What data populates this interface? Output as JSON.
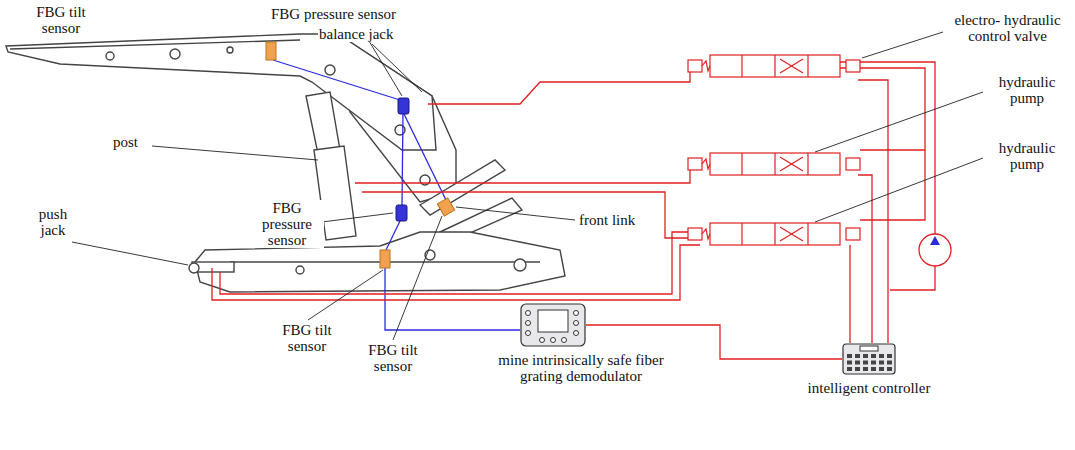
{
  "diagram": {
    "nodes": [
      {
        "text": [
          "mine intrinsically safe fiber grating demodulator"
        ]
      },
      {
        "text": [
          "intelligent controller"
        ]
      }
    ],
    "edges": [
      {
        "from": 0,
        "to": 1,
        "arrow": "none"
      }
    ],
    "labels": [
      "FBG tilt sensor",
      "FBG pressure sensor",
      "balance jack",
      "electro- hydraulic control valve",
      "post",
      "hydraulic pump",
      "hydraulic pump",
      "push jack",
      "FBG pressure sensor",
      "front link",
      "FBG tilt sensor",
      "FBG tilt sensor"
    ]
  }
}
